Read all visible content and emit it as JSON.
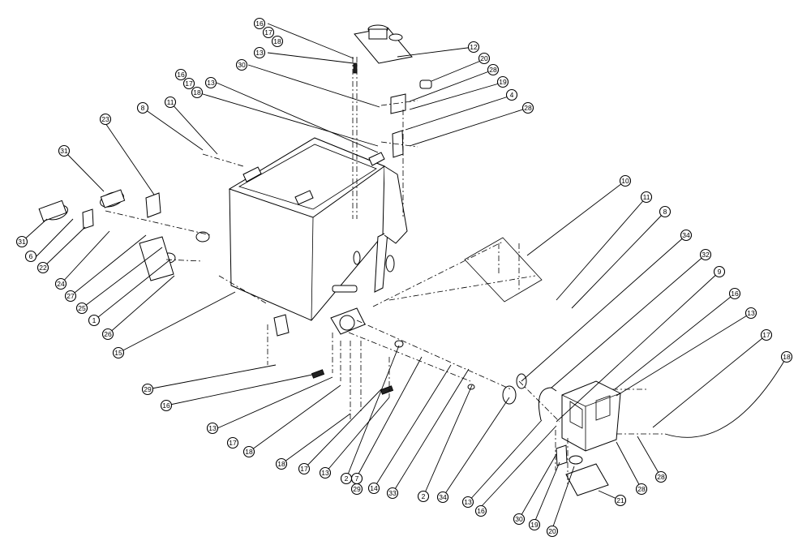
{
  "callouts": [
    "16",
    "17",
    "18",
    "13",
    "30",
    "16",
    "17",
    "18",
    "13",
    "12",
    "20",
    "28",
    "19",
    "4",
    "28",
    "8",
    "11",
    "23",
    "31",
    "31",
    "6",
    "22",
    "24",
    "27",
    "25",
    "1",
    "26",
    "15",
    "10",
    "11",
    "8",
    "34",
    "32",
    "9",
    "16",
    "13",
    "17",
    "18",
    "29",
    "16",
    "13",
    "17",
    "18",
    "18",
    "17",
    "13",
    "2",
    "7",
    "29",
    "14",
    "33",
    "2",
    "34",
    "13",
    "16",
    "30",
    "19",
    "20",
    "21",
    "28",
    "28"
  ]
}
